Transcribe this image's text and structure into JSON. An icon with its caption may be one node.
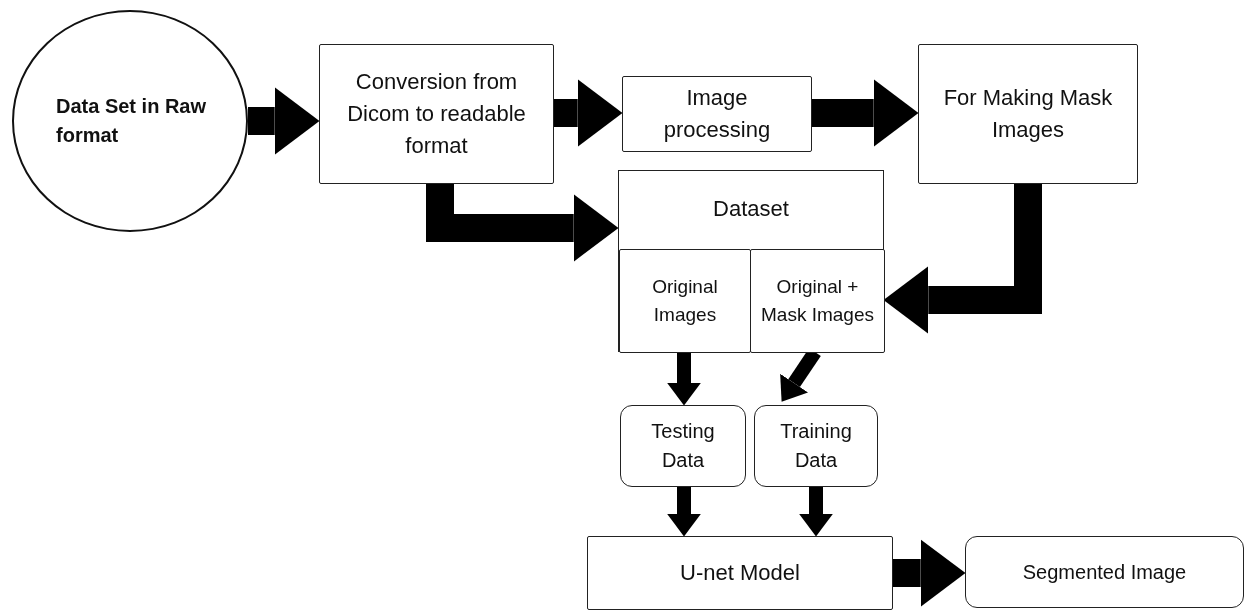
{
  "diagram": {
    "nodes": [
      {
        "text": [
          "Data Set in Raw format"
        ]
      },
      {
        "text": [
          "Conversion from Dicom to readable format"
        ]
      },
      {
        "text": [
          "Image processing"
        ]
      },
      {
        "text": [
          "For Making Mask Images"
        ]
      },
      {
        "text": [
          "Dataset"
        ]
      },
      {
        "text": [
          "Original Images"
        ],
        "in": 4
      },
      {
        "text": [
          "Original + Mask Images"
        ],
        "in": 4
      },
      {
        "text": [
          "Testing Data"
        ]
      },
      {
        "text": [
          "Training Data"
        ]
      },
      {
        "text": [
          "U-net Model"
        ]
      },
      {
        "text": [
          "Segmented Image"
        ]
      }
    ],
    "edges": [
      {
        "from": 0,
        "to": 1,
        "arrow": "to"
      },
      {
        "from": 1,
        "to": 2,
        "arrow": "to"
      },
      {
        "from": 2,
        "to": 3,
        "arrow": "to"
      },
      {
        "from": 1,
        "to": 4,
        "arrow": "to"
      },
      {
        "from": 3,
        "to": 6,
        "arrow": "to"
      },
      {
        "from": 5,
        "to": 7,
        "arrow": "to"
      },
      {
        "from": 6,
        "to": 8,
        "arrow": "to"
      },
      {
        "from": 7,
        "to": 9,
        "arrow": "to"
      },
      {
        "from": 8,
        "to": 9,
        "arrow": "to"
      },
      {
        "from": 9,
        "to": 10,
        "arrow": "to"
      }
    ]
  }
}
